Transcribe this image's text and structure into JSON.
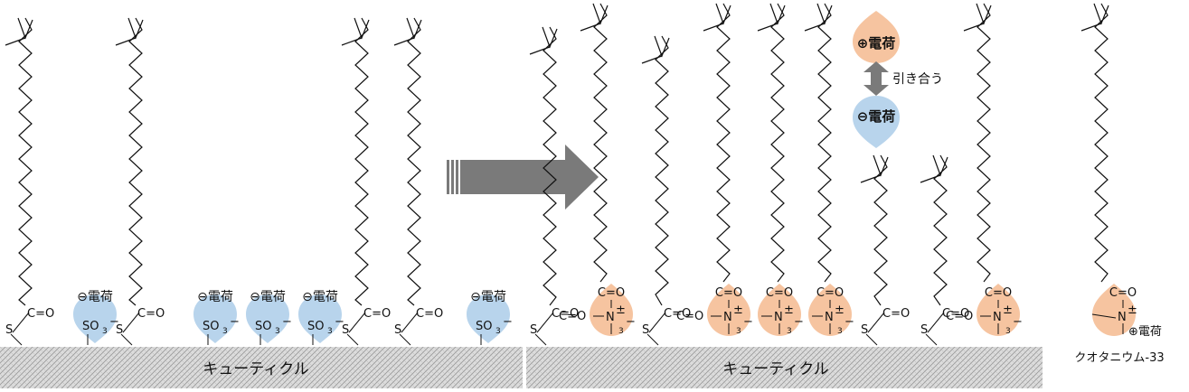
{
  "cuticle_label": "キューティクル",
  "negative_charge": "⊖電荷",
  "positive_charge": "⊕電荷",
  "attract_label": "引き合う",
  "compound_name": "クオタニウム-33",
  "carbonyl": "C=O",
  "carbonyl_link": "C=O",
  "sulfur": "S",
  "nitrogen": "N",
  "plus_minus": "±",
  "sulfonate": "SO",
  "sub3": "3",
  "minus": "−",
  "colors": {
    "negative_drop": "#b8d4ec",
    "positive_drop": "#f6c4a0",
    "arrow": "#7a7a7a",
    "chain": "#111111",
    "cuticle_fill": "#d8d8d8"
  }
}
